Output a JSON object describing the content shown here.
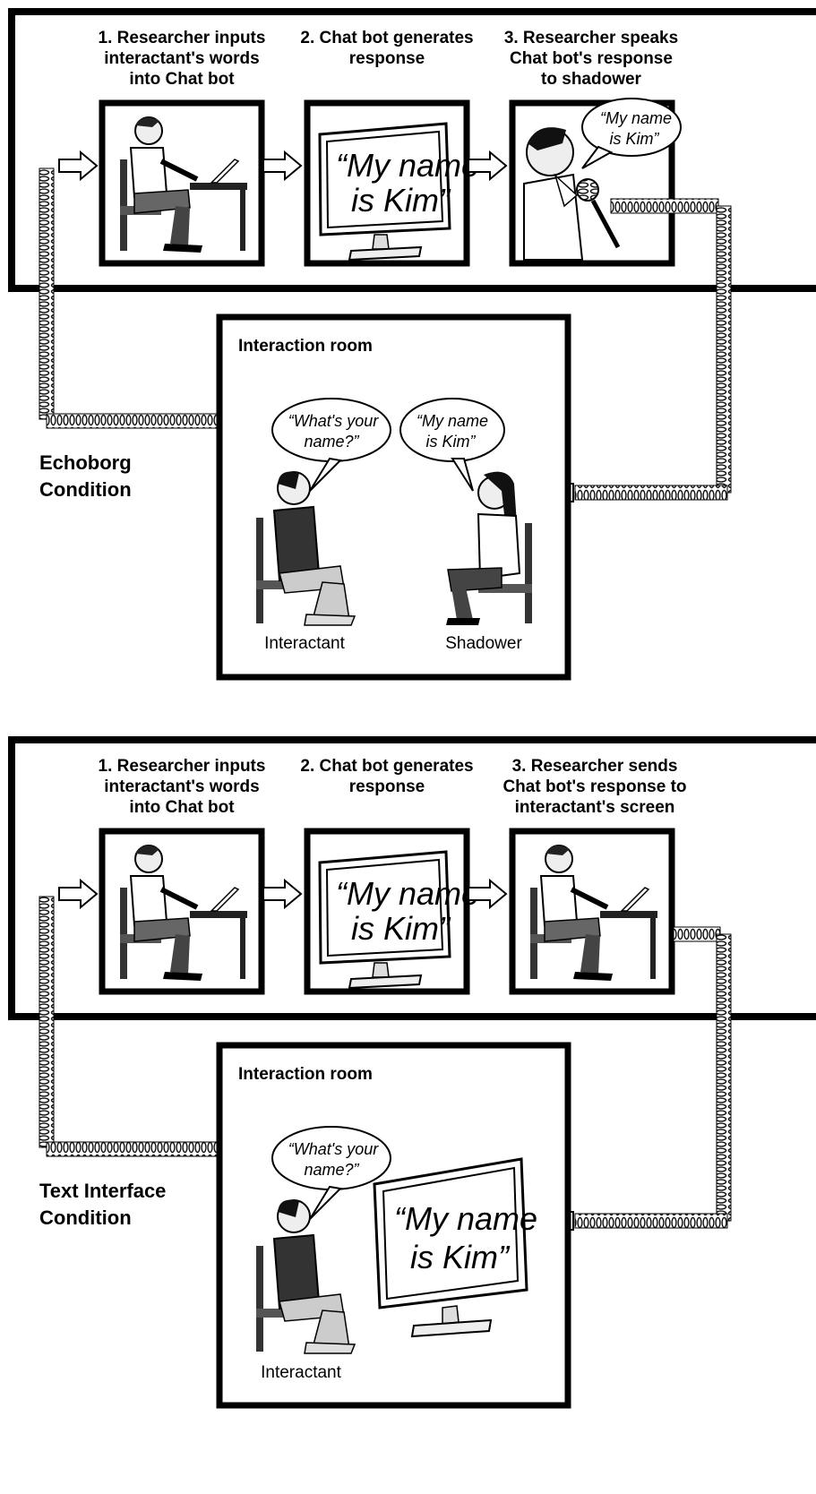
{
  "panels": [
    {
      "condition": [
        "Echoborg",
        "Condition"
      ],
      "steps": [
        [
          "1. Researcher inputs",
          "interactant's words",
          "into Chat bot"
        ],
        [
          "2. Chat bot generates",
          "response"
        ],
        [
          "3. Researcher speaks",
          "Chat bot's response",
          "to shadower"
        ]
      ],
      "screen_text": [
        "“My name",
        "is Kim”"
      ],
      "researcher_bubble": [
        "“My name",
        "is Kim”"
      ],
      "room_title": "Interaction room",
      "interactant_bubble": [
        "“What's your",
        "name?”"
      ],
      "shadower_bubble": [
        "“My name",
        "is Kim”"
      ],
      "interactant_label": "Interactant",
      "shadower_label": "Shadower"
    },
    {
      "condition": [
        "Text Interface",
        "Condition"
      ],
      "steps": [
        [
          "1. Researcher inputs",
          "interactant's words",
          "into Chat bot"
        ],
        [
          "2. Chat bot generates",
          "response"
        ],
        [
          "3. Researcher sends",
          "Chat bot's response to",
          "interactant's screen"
        ]
      ],
      "screen_text": [
        "“My name",
        "is Kim”"
      ],
      "room_title": "Interaction room",
      "interactant_bubble": [
        "“What's your",
        "name?”"
      ],
      "room_screen_text": [
        "“My name",
        "is Kim”"
      ],
      "interactant_label": "Interactant"
    }
  ],
  "colors": {
    "ink": "#000000",
    "paper": "#ffffff",
    "shade": "#777777",
    "light": "#c8c8c8",
    "dark": "#333333"
  }
}
